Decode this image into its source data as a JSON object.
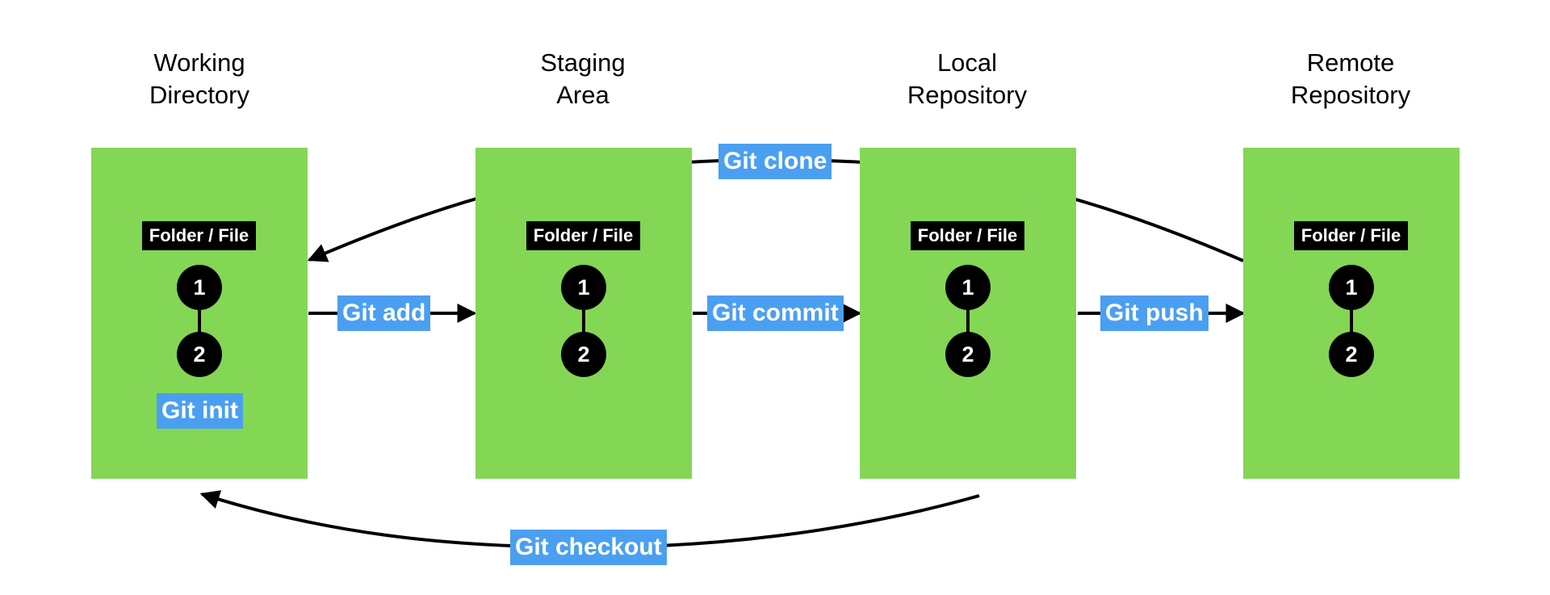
{
  "stages": [
    {
      "title_line1": "Working",
      "title_line2": "Directory",
      "file_label": "Folder / File",
      "nodes": [
        "1",
        "2"
      ]
    },
    {
      "title_line1": "Staging",
      "title_line2": "Area",
      "file_label": "Folder / File",
      "nodes": [
        "1",
        "2"
      ]
    },
    {
      "title_line1": "Local",
      "title_line2": "Repository",
      "file_label": "Folder / File",
      "nodes": [
        "1",
        "2"
      ]
    },
    {
      "title_line1": "Remote",
      "title_line2": "Repository",
      "file_label": "Folder / File",
      "nodes": [
        "1",
        "2"
      ]
    }
  ],
  "commands": {
    "init": "Git init",
    "add": "Git add",
    "commit": "Git commit",
    "push": "Git push",
    "clone": "Git clone",
    "checkout": "Git checkout"
  },
  "colors": {
    "stage_fill": "#84d655",
    "command_fill": "#4b9ff0",
    "label_fill": "#000000",
    "arrow": "#000000"
  }
}
